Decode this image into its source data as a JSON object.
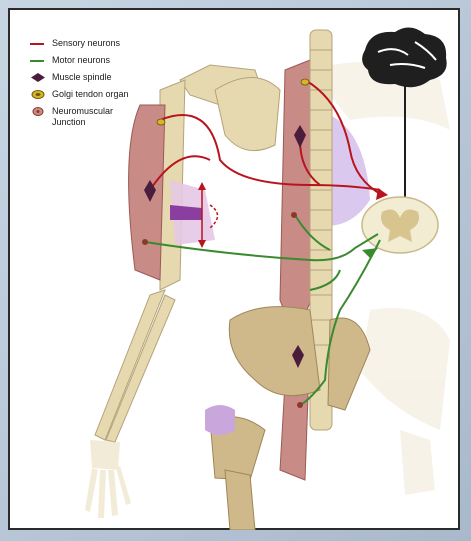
{
  "legend": {
    "items": [
      {
        "key": "sensory",
        "label": "Sensory neurons",
        "color": "#b8141d",
        "icon": "red-line"
      },
      {
        "key": "motor",
        "label": "Motor neurons",
        "color": "#3a8a2f",
        "icon": "green-line"
      },
      {
        "key": "spindle",
        "label": "Muscle spindle",
        "color": "#4a1e3a",
        "icon": "spindle-diamond-icon"
      },
      {
        "key": "golgi",
        "label": "Golgi tendon organ",
        "color": "#d8b526",
        "icon": "golgi-oval-icon"
      },
      {
        "key": "nmj",
        "label": "Neuromuscular Junction",
        "color": "#8a3a2a",
        "icon": "junction-dot-icon"
      }
    ]
  },
  "colors": {
    "sensory": "#b8141d",
    "motor": "#3a8a2f",
    "bone": "#e6d9b0",
    "muscle": "#c98b86",
    "spinal_cord": "#f2ecd2",
    "brain": "#1f1f1f"
  }
}
